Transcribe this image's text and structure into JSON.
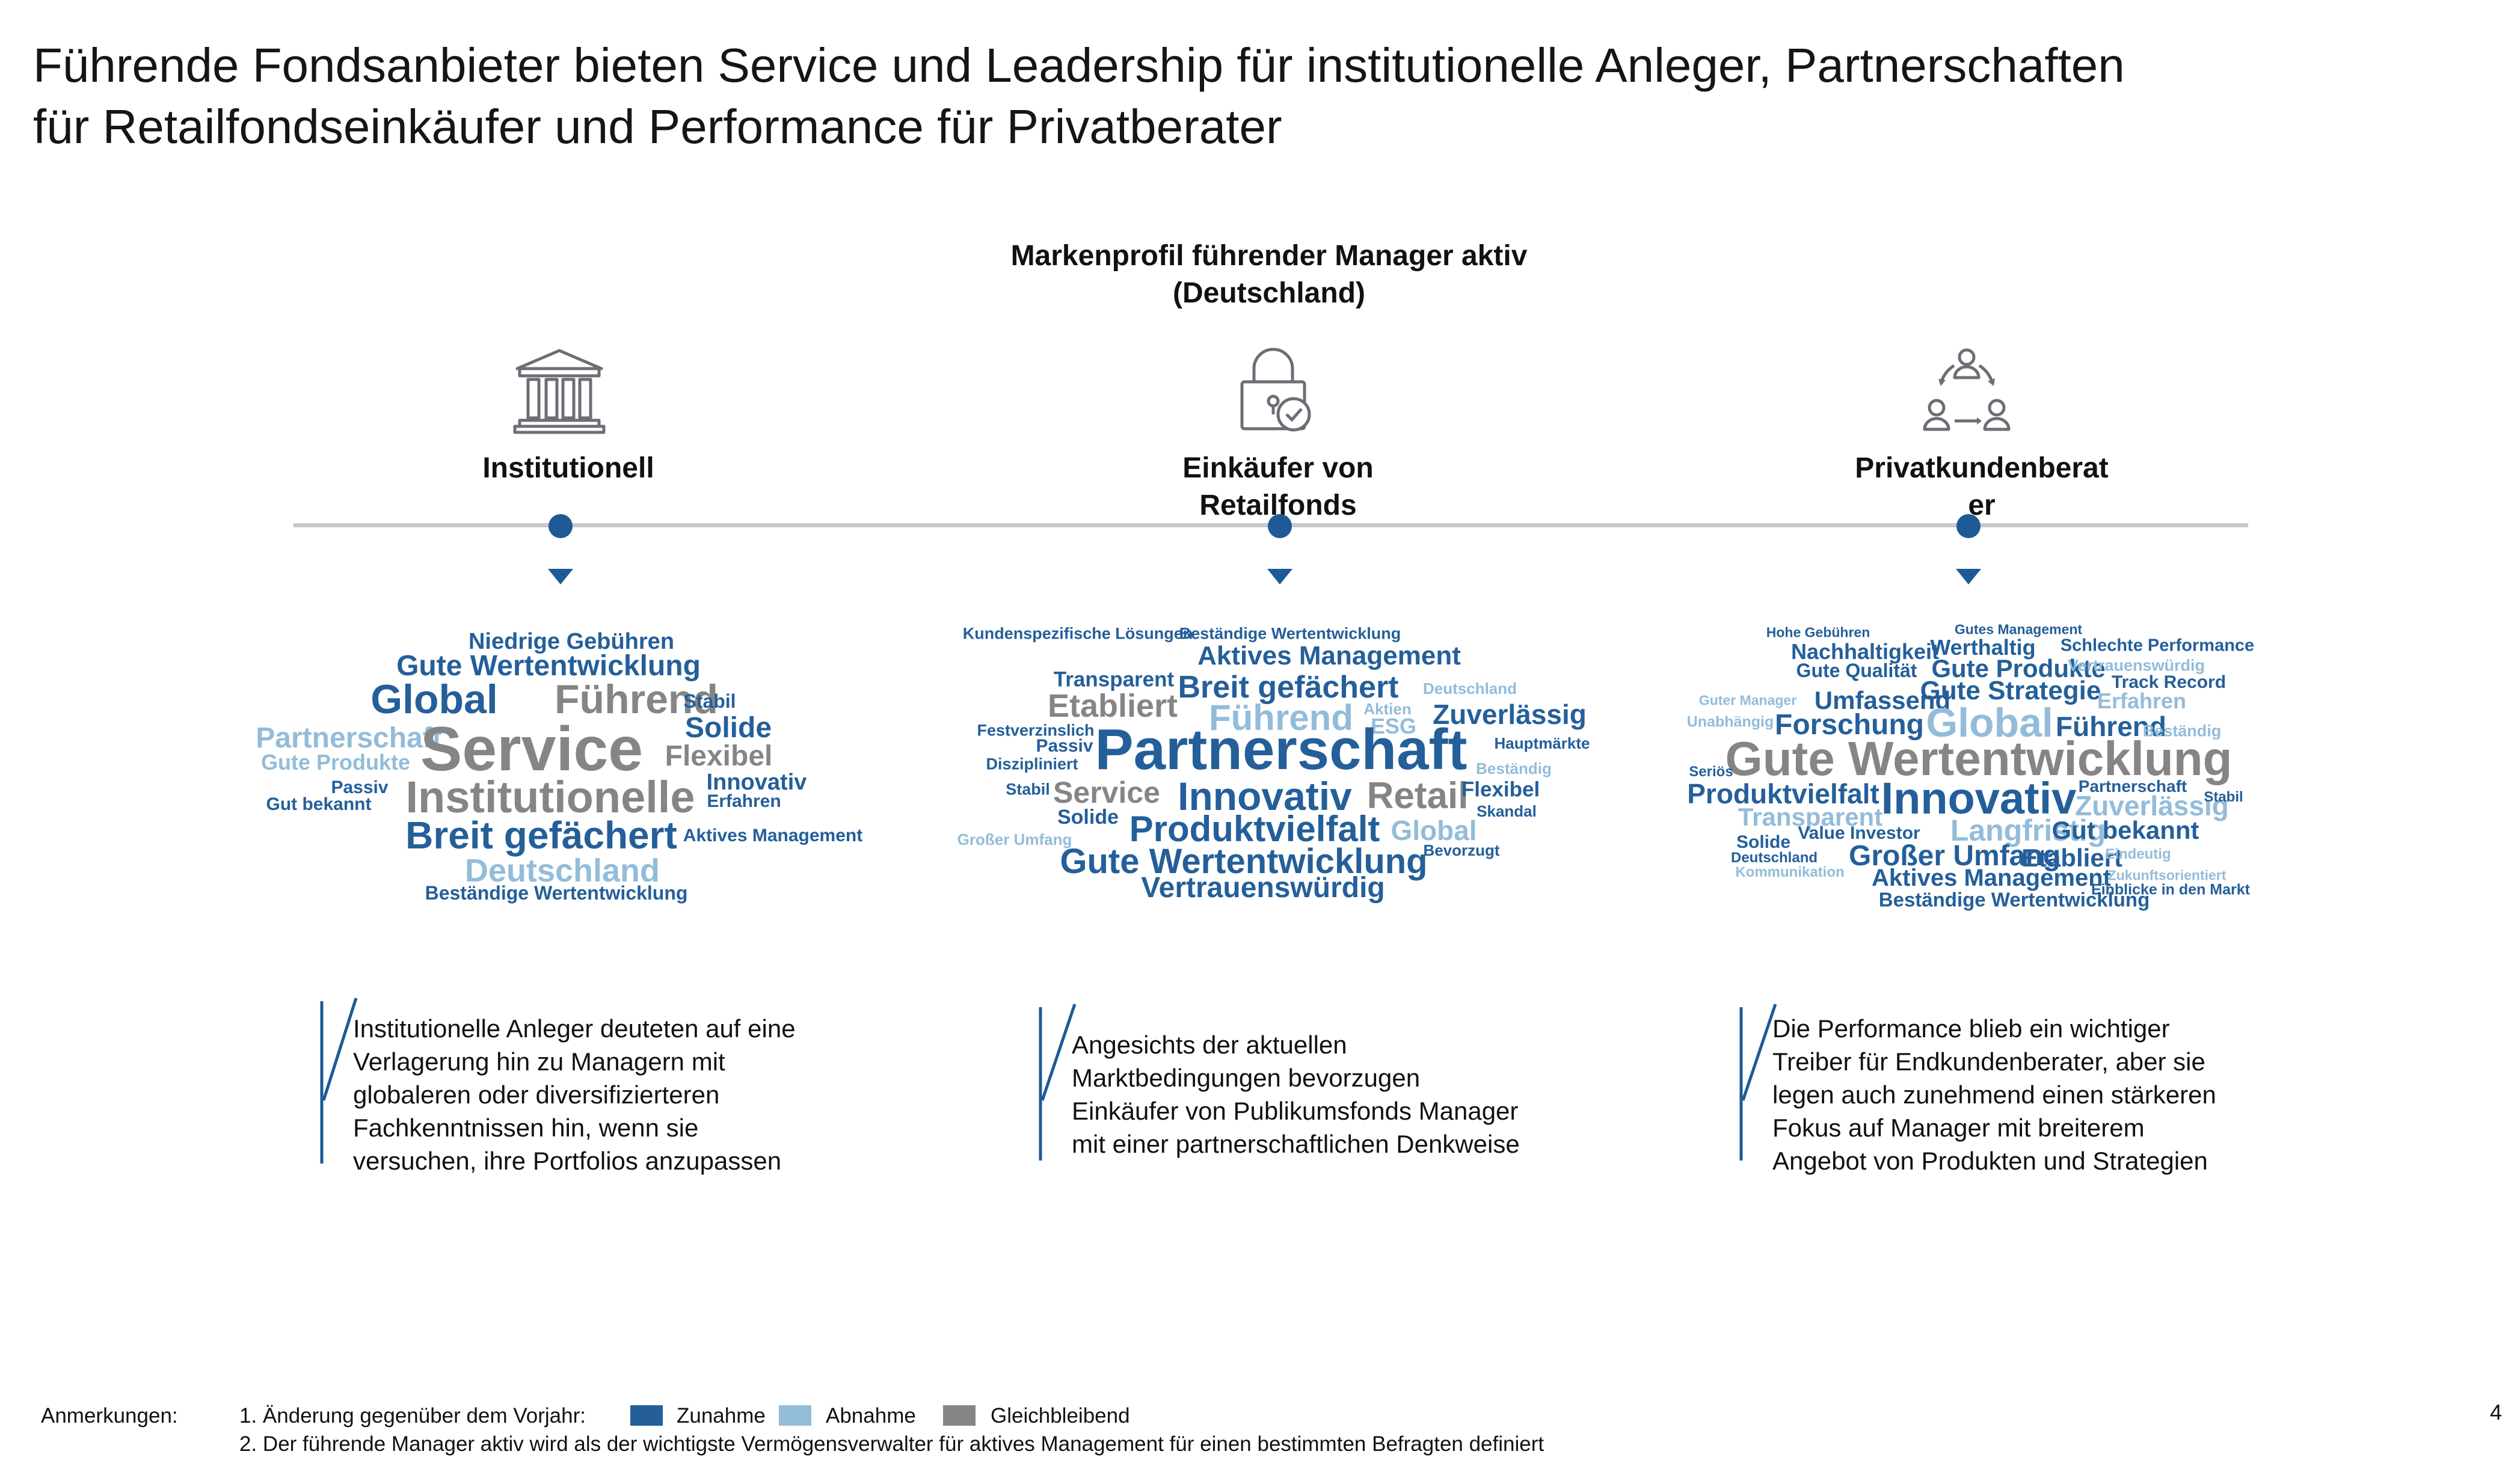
{
  "title": {
    "line1": "Führende Fondsanbieter bieten Service und Leadership für institutionelle Anleger, Partnerschaften",
    "line2": "für Retailfondseinkäufer und Performance für Privatberater"
  },
  "subtitle": {
    "line1": "Markenprofil führender Manager aktiv",
    "line2": "(Deutschland)"
  },
  "columns": [
    {
      "label_line1": "Institutionell",
      "label_line2": "",
      "icon": "bank-building-icon"
    },
    {
      "label_line1": "Einkäufer von",
      "label_line2": "Retailfonds",
      "icon": "lock-check-icon"
    },
    {
      "label_line1": "Privatkundenberat",
      "label_line2": "er",
      "icon": "people-cycle-icon"
    }
  ],
  "colors": {
    "increase": "#245f9a",
    "decrease": "#93bcd9",
    "unchanged": "#858585",
    "timeline": "#c6c9ce",
    "marker": "#1d5a96"
  },
  "clouds": [
    {
      "name": "institutionell",
      "words": [
        {
          "t": "Niedrige Gebühren",
          "c": "inc"
        },
        {
          "t": "Gute Wertentwicklung",
          "c": "inc"
        },
        {
          "t": "Global",
          "c": "inc"
        },
        {
          "t": "Führend",
          "c": "eq"
        },
        {
          "t": "Stabil",
          "c": "inc"
        },
        {
          "t": "Solide",
          "c": "inc"
        },
        {
          "t": "Partnerschaft",
          "c": "dec"
        },
        {
          "t": "Service",
          "c": "eq"
        },
        {
          "t": "Flexibel",
          "c": "eq"
        },
        {
          "t": "Gute Produkte",
          "c": "dec"
        },
        {
          "t": "Innovativ",
          "c": "inc"
        },
        {
          "t": "Passiv",
          "c": "inc"
        },
        {
          "t": "Institutionelle",
          "c": "eq"
        },
        {
          "t": "Erfahren",
          "c": "inc"
        },
        {
          "t": "Gut bekannt",
          "c": "inc"
        },
        {
          "t": "Breit gefächert",
          "c": "inc"
        },
        {
          "t": "Aktives Management",
          "c": "inc"
        },
        {
          "t": "Deutschland",
          "c": "dec"
        },
        {
          "t": "Beständige Wertentwicklung",
          "c": "inc"
        }
      ]
    },
    {
      "name": "retailfonds",
      "words": [
        {
          "t": "Kundenspezifische Lösungen",
          "c": "inc"
        },
        {
          "t": "Beständige Wertentwicklung",
          "c": "inc"
        },
        {
          "t": "Aktives Management",
          "c": "inc"
        },
        {
          "t": "Transparent",
          "c": "inc"
        },
        {
          "t": "Breit gefächert",
          "c": "inc"
        },
        {
          "t": "Deutschland",
          "c": "dec"
        },
        {
          "t": "Etabliert",
          "c": "eq"
        },
        {
          "t": "Führend",
          "c": "dec"
        },
        {
          "t": "Aktien",
          "c": "dec"
        },
        {
          "t": "Zuverlässig",
          "c": "inc"
        },
        {
          "t": "Festverzinslich",
          "c": "inc"
        },
        {
          "t": "ESG",
          "c": "dec"
        },
        {
          "t": "Passiv",
          "c": "inc"
        },
        {
          "t": "Partnerschaft",
          "c": "inc"
        },
        {
          "t": "Hauptmärkte",
          "c": "inc"
        },
        {
          "t": "Diszipliniert",
          "c": "inc"
        },
        {
          "t": "Beständig",
          "c": "dec"
        },
        {
          "t": "Stabil",
          "c": "inc"
        },
        {
          "t": "Service",
          "c": "eq"
        },
        {
          "t": "Innovativ",
          "c": "inc"
        },
        {
          "t": "Retail",
          "c": "eq"
        },
        {
          "t": "Flexibel",
          "c": "inc"
        },
        {
          "t": "Solide",
          "c": "inc"
        },
        {
          "t": "Skandal",
          "c": "inc"
        },
        {
          "t": "Großer Umfang",
          "c": "dec"
        },
        {
          "t": "Produktvielfalt",
          "c": "inc"
        },
        {
          "t": "Global",
          "c": "dec"
        },
        {
          "t": "Bevorzugt",
          "c": "inc"
        },
        {
          "t": "Gute Wertentwicklung",
          "c": "inc"
        },
        {
          "t": "Vertrauenswürdig",
          "c": "inc"
        }
      ]
    },
    {
      "name": "privatkundenberater",
      "words": [
        {
          "t": "Hohe Gebühren",
          "c": "inc"
        },
        {
          "t": "Gutes Management",
          "c": "inc"
        },
        {
          "t": "Nachhaltigkeit",
          "c": "inc"
        },
        {
          "t": "Werthaltig",
          "c": "inc"
        },
        {
          "t": "Schlechte Performance",
          "c": "inc"
        },
        {
          "t": "Gute Qualität",
          "c": "inc"
        },
        {
          "t": "Gute Produkte",
          "c": "inc"
        },
        {
          "t": "Vertrauenswürdig",
          "c": "dec"
        },
        {
          "t": "Track Record",
          "c": "inc"
        },
        {
          "t": "Guter Manager",
          "c": "dec"
        },
        {
          "t": "Umfassend",
          "c": "inc"
        },
        {
          "t": "Gute Strategie",
          "c": "inc"
        },
        {
          "t": "Erfahren",
          "c": "dec"
        },
        {
          "t": "Unabhängig",
          "c": "dec"
        },
        {
          "t": "Forschung",
          "c": "inc"
        },
        {
          "t": "Global",
          "c": "dec"
        },
        {
          "t": "Führend",
          "c": "inc"
        },
        {
          "t": "Beständig",
          "c": "dec"
        },
        {
          "t": "Gute Wertentwicklung",
          "c": "eq"
        },
        {
          "t": "Seriös",
          "c": "inc"
        },
        {
          "t": "Partnerschaft",
          "c": "inc"
        },
        {
          "t": "Produktvielfalt",
          "c": "inc"
        },
        {
          "t": "Innovativ",
          "c": "inc"
        },
        {
          "t": "Zuverlässig",
          "c": "dec"
        },
        {
          "t": "Stabil",
          "c": "inc"
        },
        {
          "t": "Transparent",
          "c": "dec"
        },
        {
          "t": "Value Investor",
          "c": "inc"
        },
        {
          "t": "Solide",
          "c": "inc"
        },
        {
          "t": "Langfristig",
          "c": "dec"
        },
        {
          "t": "Gut bekannt",
          "c": "inc"
        },
        {
          "t": "Deutschland",
          "c": "inc"
        },
        {
          "t": "Großer Umfang",
          "c": "inc"
        },
        {
          "t": "Etabliert",
          "c": "inc"
        },
        {
          "t": "Eindeutig",
          "c": "dec"
        },
        {
          "t": "Kommunikation",
          "c": "dec"
        },
        {
          "t": "Aktives Management",
          "c": "inc"
        },
        {
          "t": "Zukunftsorientiert",
          "c": "dec"
        },
        {
          "t": "Einblicke in den Markt",
          "c": "inc"
        },
        {
          "t": "Beständige Wertentwicklung",
          "c": "inc"
        }
      ]
    }
  ],
  "notes": [
    [
      "Institutionelle Anleger deuteten auf eine",
      "Verlagerung hin zu Managern mit",
      "globaleren oder diversifizierteren",
      "Fachkenntnissen hin, wenn sie",
      "versuchen, ihre Portfolios anzupassen"
    ],
    [
      "Angesichts der aktuellen",
      "Marktbedingungen bevorzugen",
      "Einkäufer von Publikumsfonds Manager",
      "mit einer partnerschaftlichen Denkweise"
    ],
    [
      "Die Performance blieb ein wichtiger",
      "Treiber für Endkundenberater, aber sie",
      "legen auch zunehmend einen stärkeren",
      "Fokus auf Manager mit breiterem",
      "Angebot von Produkten und Strategien"
    ]
  ],
  "footer": {
    "label": "Anmerkungen:",
    "note1": "1. Änderung gegenüber dem Vorjahr:",
    "legend": [
      "Zunahme",
      "Abnahme",
      "Gleichbleibend"
    ],
    "note2": "2. Der führende Manager aktiv wird als der wichtigste Vermögensverwalter für aktives Management für einen bestimmten Befragten definiert"
  },
  "page_number": "4"
}
